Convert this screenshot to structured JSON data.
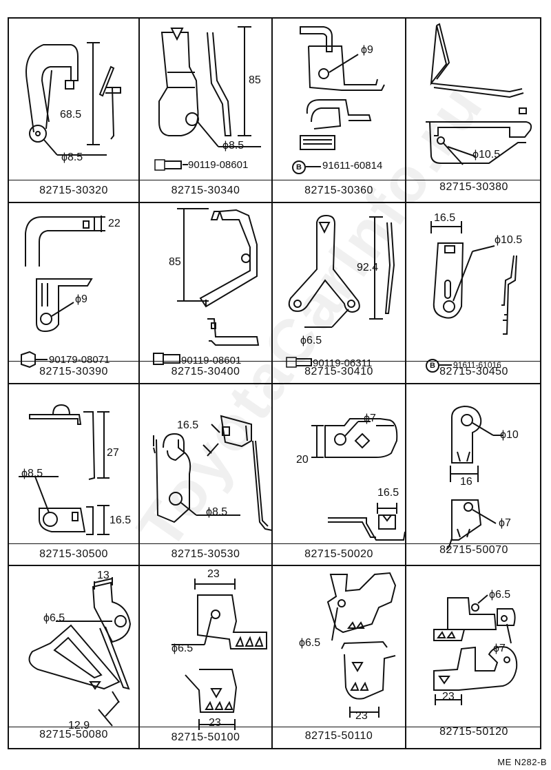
{
  "page": {
    "code": "ME  N282-B",
    "watermark": "ToyotaCarInfo.ru"
  },
  "rows": [
    [
      {
        "part": "82715-30320",
        "labels": [
          "68.5",
          "ϕ8.5"
        ]
      },
      {
        "part": "82715-30340",
        "labels": [
          "85",
          "ϕ8.5"
        ],
        "bolt": "90119-08601"
      },
      {
        "part": "82715-30360",
        "labels": [
          "ϕ9"
        ],
        "bolt": "91611-60814",
        "bolt_mark": "B"
      },
      {
        "part": "82715-30380",
        "labels": [
          "ϕ10.5"
        ]
      }
    ],
    [
      {
        "part": "82715-30390",
        "labels": [
          "22",
          "ϕ9"
        ],
        "bolt": "90179-08071"
      },
      {
        "part": "82715-30400",
        "labels": [
          "85"
        ],
        "bolt": "90119-08601"
      },
      {
        "part": "82715-30410",
        "labels": [
          "92.4",
          "ϕ6.5"
        ],
        "bolt": "90119-06311"
      },
      {
        "part": "82715-30450",
        "labels": [
          "16.5",
          "ϕ10.5"
        ],
        "bolt": "91611-61016",
        "bolt_mark": "B"
      }
    ],
    [
      {
        "part": "82715-30500",
        "labels": [
          "27",
          "ϕ8.5",
          "16.5"
        ]
      },
      {
        "part": "82715-30530",
        "labels": [
          "16.5",
          "ϕ8.5"
        ]
      },
      {
        "part": "82715-50020",
        "labels": [
          "ϕ7",
          "20",
          "16.5"
        ]
      },
      {
        "part": "82715-50070",
        "labels": [
          "ϕ10",
          "16",
          "ϕ7"
        ]
      }
    ],
    [
      {
        "part": "82715-50080",
        "labels": [
          "13",
          "ϕ6.5",
          "12.9"
        ]
      },
      {
        "part": "82715-50100",
        "labels": [
          "23",
          "ϕ6.5",
          "23"
        ]
      },
      {
        "part": "82715-50110",
        "labels": [
          "ϕ6.5",
          "23"
        ]
      },
      {
        "part": "82715-50120",
        "labels": [
          "ϕ6.5",
          "ϕ7",
          "23"
        ]
      }
    ]
  ]
}
